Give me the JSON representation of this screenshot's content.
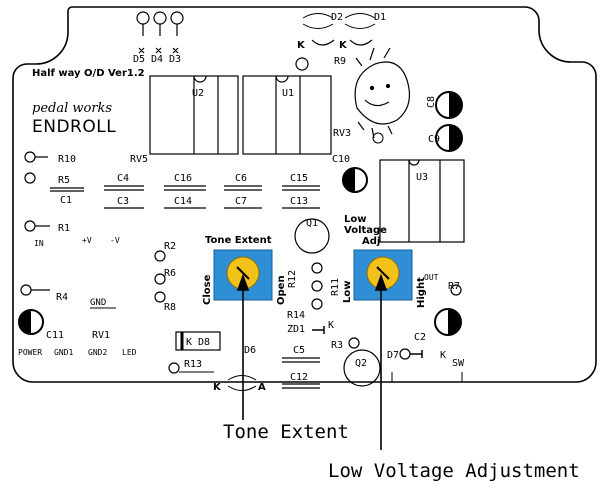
{
  "board": {
    "title": "Half way O/D Ver1.2",
    "brand_line1": "pedal works",
    "brand_line2": "ENDROLL"
  },
  "labels": {
    "d5": "D5",
    "d4": "D4",
    "d3": "D3",
    "d2": "D2",
    "d1": "D1",
    "u1": "U1",
    "u2": "U2",
    "u3": "U3",
    "r1": "R1",
    "r2": "R2",
    "r3": "R3",
    "r4": "R4",
    "r5": "R5",
    "r6": "R6",
    "r7": "R7",
    "r8": "R8",
    "r9": "R9",
    "r10": "R10",
    "r11": "R11",
    "r12": "R12",
    "r13": "R13",
    "r14": "R14",
    "rv1": "RV1",
    "rv3": "RV3",
    "rv5": "RV5",
    "c1": "C1",
    "c2": "C2",
    "c3": "C3",
    "c4": "C4",
    "c5": "C5",
    "c6": "C6",
    "c7": "C7",
    "c8": "C8",
    "c9": "C9",
    "c10": "C10",
    "c11": "C11",
    "c12": "C12",
    "c13": "C13",
    "c14": "C14",
    "c15": "C15",
    "c16": "C16",
    "q1": "Q1",
    "q2": "Q2",
    "d6": "D6",
    "d7": "D7",
    "d8": "D8",
    "zd1": "ZD1",
    "k": "K",
    "a": "A",
    "in": "IN",
    "out": "OUT",
    "plus_v": "+V",
    "minus_v": "-V",
    "gnd": "GND",
    "power": "POWER",
    "gnd1": "GND1",
    "gnd2": "GND2",
    "led": "LED",
    "sw": "SW"
  },
  "trimmers": {
    "tone": {
      "label": "Tone Extent",
      "left": "Close",
      "right": "Open"
    },
    "lowv": {
      "label_line1": "Low",
      "label_line2": "Voltage",
      "label_line3": "Adj",
      "left": "Low",
      "right": "Hight"
    }
  },
  "callouts": {
    "tone": "Tone Extent",
    "lowv": "Low Voltage Adjustment"
  },
  "colors": {
    "trimmer_body": "#2f8fd6",
    "trimmer_rotor": "#f2c21a"
  }
}
